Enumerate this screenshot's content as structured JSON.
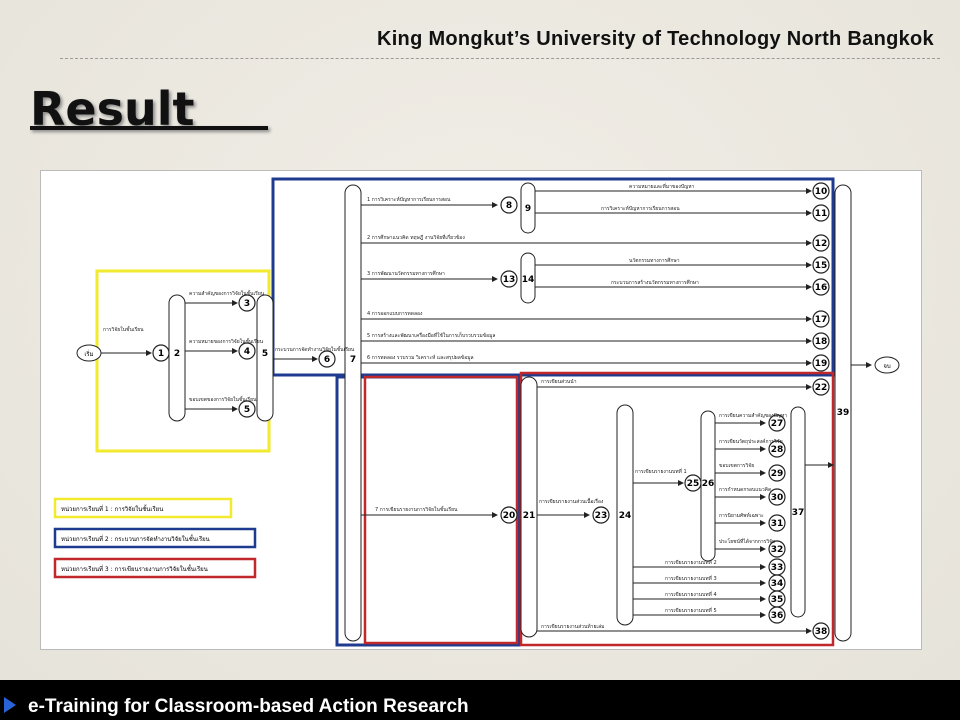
{
  "header": {
    "university": "King Mongkut’s University of Technology North Bangkok"
  },
  "slide": {
    "title": "Result"
  },
  "footer": {
    "text": "e-Training for Classroom-based Action Research"
  },
  "diagram": {
    "colors": {
      "yellow": "#f2ea2e",
      "blue": "#1f3b8f",
      "red": "#c0282b"
    },
    "legend": [
      "หน่วยการเรียนที่ 1 : การวิจัยในชั้นเรียน",
      "หน่วยการเรียนที่ 2 : กระบวนการจัดทำงานวิจัยในชั้นเรียน",
      "หน่วยการเรียนที่ 3 : การเขียนรายงานการวิจัยในชั้นเรียน"
    ],
    "start_label": "เริ่ม",
    "end_label": "จบ",
    "unit1": {
      "entry_label": "การวิจัยในชั้นเรียน",
      "branches": [
        "ความสำคัญของการวิจัยในชั้นเรียน",
        "ความหมายของการวิจัยในชั้นเรียน",
        "ขอบเขตของการวิจัยในชั้นเรียน"
      ]
    },
    "unit2": {
      "entry_label": "กระบวนการจัดทำงานวิจัยในชั้นเรียน",
      "steps": [
        "1 การวิเคราะห์ปัญหาการเรียนการสอน",
        "2 การศึกษาแนวคิด ทฤษฎี งานวิจัยที่เกี่ยวข้อง",
        "3 การพัฒนานวัตกรรมทางการศึกษา",
        "4 การออกแบบการทดลอง",
        "5 การสร้างและพัฒนาเครื่องมือที่ใช้ในการเก็บรวบรวมข้อมูล",
        "6 การทดลอง รวบรวม วิเคราะห์ และสรุปผลข้อมูล"
      ],
      "sub_outputs": [
        "ความหมายและที่มาของปัญหา",
        "การวิเคราะห์ปัญหาการเรียนการสอน",
        "นวัตกรรมทางการศึกษา",
        "กระบวนการสร้างนวัตกรรมทางการศึกษา"
      ]
    },
    "unit3": {
      "entry_label": "7 การเขียนรายงานการวิจัยในชั้นเรียน",
      "cover_label": "การเขียนส่วนนำ",
      "body_label": "การเขียนรายงานส่วนเนื้อเรื่อง",
      "ch1_label": "การเขียนรายงานบทที่ 1",
      "ch1_items": [
        "การเขียนความสำคัญของปัญหา",
        "การเขียนวัตถุประสงค์การวิจัย",
        "ขอบเขตการวิจัย",
        "การกำหนดกรอบแนวคิด",
        "การนิยามศัพท์เฉพาะ",
        "ประโยชน์ที่ได้จากการวิจัย"
      ],
      "chapters": [
        "การเขียนรายงานบทที่ 2",
        "การเขียนรายงานบทที่ 3",
        "การเขียนรายงานบทที่ 4",
        "การเขียนรายงานบทที่ 5"
      ],
      "appendix_label": "การเขียนรายงานส่วนท้ายเล่ม"
    },
    "node_numbers": [
      "1",
      "2",
      "3",
      "4",
      "5",
      "6",
      "7",
      "8",
      "9",
      "10",
      "11",
      "12",
      "13",
      "14",
      "15",
      "16",
      "17",
      "18",
      "19",
      "20",
      "21",
      "22",
      "23",
      "24",
      "25",
      "26",
      "27",
      "28",
      "29",
      "30",
      "31",
      "32",
      "33",
      "34",
      "35",
      "36",
      "37",
      "38",
      "39"
    ]
  }
}
